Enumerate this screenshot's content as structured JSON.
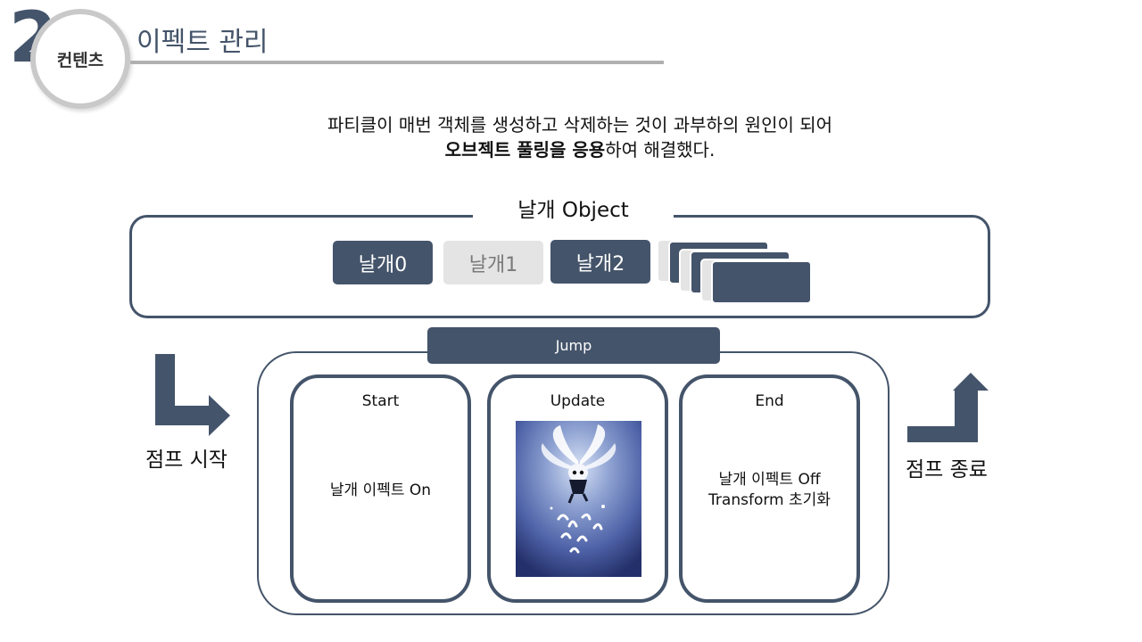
{
  "header": {
    "section_number": "2",
    "section_label": "컨텐츠",
    "title": "이펙트 관리"
  },
  "description": {
    "line1": "파티클이 매번 객체를 생성하고 삭제하는 것이 과부하의 원인이 되어",
    "line2_bold": "오브젝트 풀링을 응용",
    "line2_rest": "하여 해결했다."
  },
  "object_pool": {
    "title": "날개 Object",
    "items": [
      "날개0",
      "날개1",
      "날개2"
    ]
  },
  "jump": {
    "label": "Jump",
    "phases": [
      {
        "name": "Start",
        "lines": [
          "날개 이펙트 On"
        ]
      },
      {
        "name": "Update",
        "lines": []
      },
      {
        "name": "End",
        "lines": [
          "날개 이펙트 Off",
          "Transform 초기화"
        ]
      }
    ],
    "start_label": "점프 시작",
    "end_label": "점프 종료"
  },
  "colors": {
    "accent": "#44546a",
    "inactive": "#e4e4e4",
    "rule": "#b0b0b0"
  }
}
